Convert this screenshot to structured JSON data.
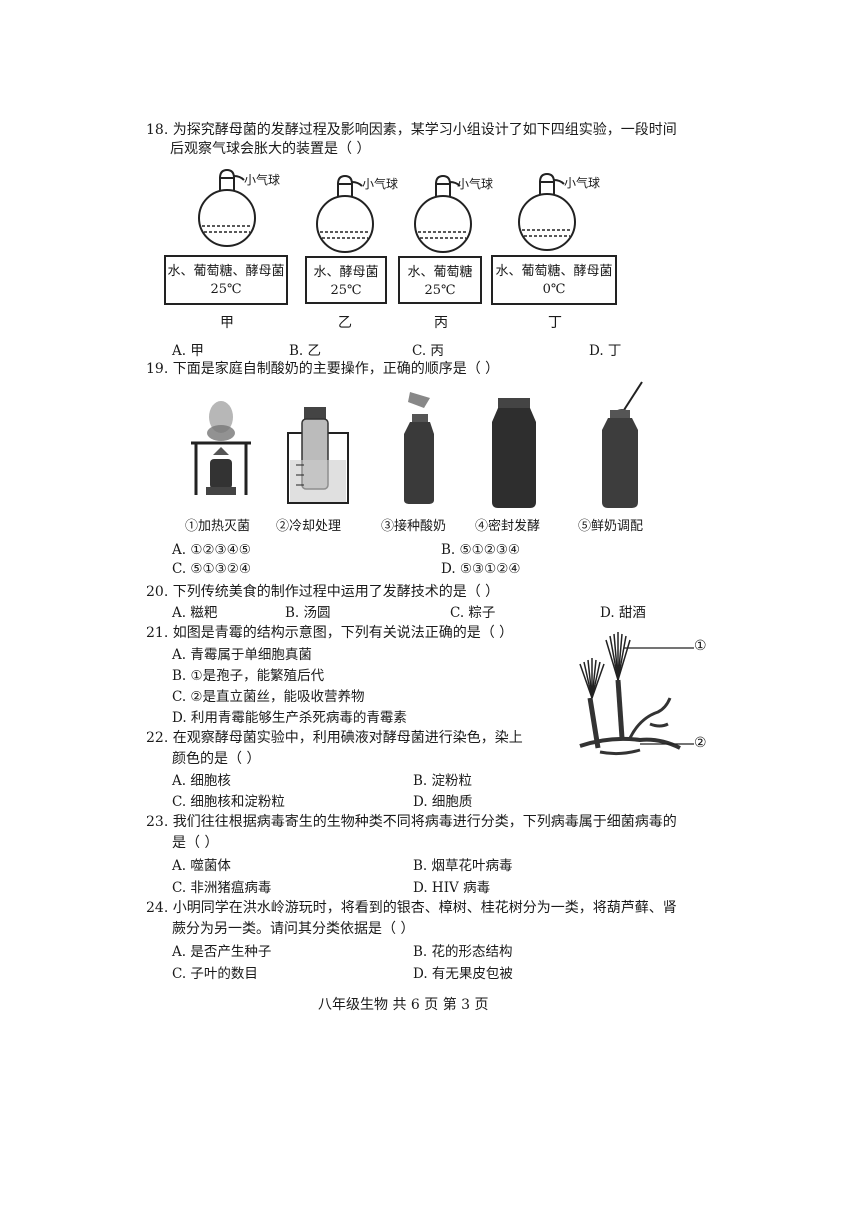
{
  "q18": {
    "line1": "18.  为探究酵母菌的发酵过程及影响因素，某学习小组设计了如下四组实验，一段时间",
    "line2": "后观察气球会胀大的装置是（        ）",
    "balloon_label": "小气球",
    "setups": [
      {
        "contents": "水、葡萄糖、酵母菌",
        "temp": "25℃",
        "name": "甲"
      },
      {
        "contents": "水、酵母菌",
        "temp": "25℃",
        "name": "乙"
      },
      {
        "contents": "水、葡萄糖",
        "temp": "25℃",
        "name": "丙"
      },
      {
        "contents": "水、葡萄糖、酵母菌",
        "temp": "0℃",
        "name": "丁"
      }
    ],
    "options": [
      "A.  甲",
      "B.  乙",
      "C.  丙",
      "D.  丁"
    ]
  },
  "q19": {
    "stem": "19.  下面是家庭自制酸奶的主要操作，正确的顺序是（        ）",
    "steps": [
      "①加热灭菌",
      "②冷却处理",
      "③接种酸奶",
      "④密封发酵",
      "⑤鲜奶调配"
    ],
    "options": [
      "A.  ①②③④⑤",
      "B.  ⑤①②③④",
      "C.  ⑤①③②④",
      "D.  ⑤③①②④"
    ]
  },
  "q20": {
    "stem": "20.  下列传统美食的制作过程中运用了发酵技术的是（        ）",
    "options": [
      "A.  糍粑",
      "B.  汤圆",
      "C.  粽子",
      "D.  甜酒"
    ]
  },
  "q21": {
    "stem": "21.  如图是青霉的结构示意图，下列有关说法正确的是（        ）",
    "options": [
      "A.  青霉属于单细胞真菌",
      "B.  ①是孢子，能繁殖后代",
      "C.  ②是直立菌丝，能吸收营养物",
      "D.  利用青霉能够生产杀死病毒的青霉素"
    ],
    "labels": [
      "①",
      "②"
    ]
  },
  "q22": {
    "line1": "22.  在观察酵母菌实验中，利用碘液对酵母菌进行染色，染上",
    "line2": "颜色的是（        ）",
    "options": [
      "A.  细胞核",
      "B.  淀粉粒",
      "C.  细胞核和淀粉粒",
      "D.  细胞质"
    ]
  },
  "q23": {
    "line1": "23.  我们往往根据病毒寄生的生物种类不同将病毒进行分类，下列病毒属于细菌病毒的",
    "line2": "是（        ）",
    "options": [
      "A.  噬菌体",
      "B.  烟草花叶病毒",
      "C.  非洲猪瘟病毒",
      "D.  HIV 病毒"
    ]
  },
  "q24": {
    "line1": "24.  小明同学在洪水岭游玩时，将看到的银杏、樟树、桂花树分为一类，将葫芦藓、肾",
    "line2": "蕨分为另一类。请问其分类依据是（        ）",
    "options": [
      "A.  是否产生种子",
      "B.  花的形态结构",
      "C.  子叶的数目",
      "D.  有无果皮包被"
    ]
  },
  "footer": "八年级生物    共 6 页    第 3 页"
}
